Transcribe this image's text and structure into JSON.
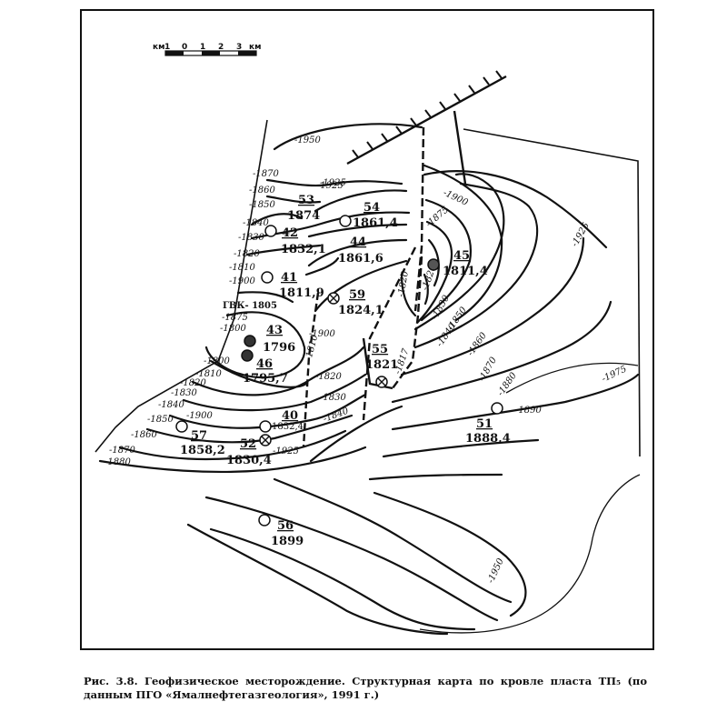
{
  "scale": {
    "labels": [
      "км",
      "1",
      "0",
      "1",
      "2",
      "3",
      "км"
    ]
  },
  "gvk_label": "ГВК- 1805",
  "contour_labels": [
    {
      "text": "-1950"
    },
    {
      "text": "-1925"
    },
    {
      "text": "-1870"
    },
    {
      "text": "-1860"
    },
    {
      "text": "-1850"
    },
    {
      "text": "-1840"
    },
    {
      "text": "-1830"
    },
    {
      "text": "-1820"
    },
    {
      "text": "-1810"
    },
    {
      "text": "-1900"
    },
    {
      "text": "-1875"
    },
    {
      "text": "-1800"
    },
    {
      "text": "-1800"
    },
    {
      "text": "-1810"
    },
    {
      "text": "-1820"
    },
    {
      "text": "-1830"
    },
    {
      "text": "-1840"
    },
    {
      "text": "-1850"
    },
    {
      "text": "-1900"
    },
    {
      "text": "-1860"
    },
    {
      "text": "-1870"
    },
    {
      "text": "-1880"
    },
    {
      "text": "-1925"
    },
    {
      "text": "-1900"
    },
    {
      "text": "-1810"
    },
    {
      "text": "-1820"
    },
    {
      "text": "-1830"
    },
    {
      "text": "-1840"
    },
    {
      "text": "-1925"
    },
    {
      "text": "-1900"
    },
    {
      "text": "-1875"
    },
    {
      "text": "-1820"
    },
    {
      "text": "-1830"
    },
    {
      "text": "-1840"
    },
    {
      "text": "-1850"
    },
    {
      "text": "-1860"
    },
    {
      "text": "-1870"
    },
    {
      "text": "-1880"
    },
    {
      "text": "-1890"
    },
    {
      "text": "-1925"
    },
    {
      "text": "-1975"
    },
    {
      "text": "-1950"
    },
    {
      "text": "-1820"
    },
    {
      "text": "-1817"
    }
  ],
  "wells": [
    {
      "number": "53",
      "value": "1874",
      "symbol": "none"
    },
    {
      "number": "54",
      "value": "1861,4",
      "symbol": "open"
    },
    {
      "number": "42",
      "value": "1832,1",
      "symbol": "open"
    },
    {
      "number": "44",
      "value": "1861,6",
      "symbol": "none"
    },
    {
      "number": "45",
      "value": "1811,4",
      "symbol": "gas"
    },
    {
      "number": "41",
      "value": "1811,9",
      "symbol": "open"
    },
    {
      "number": "59",
      "value": "1824,1",
      "symbol": "crossed"
    },
    {
      "number": "43",
      "value": "1796",
      "symbol": "gas"
    },
    {
      "number": "46",
      "value": "1795,7",
      "symbol": "gas"
    },
    {
      "number": "55",
      "value": "1821",
      "symbol": "crossed"
    },
    {
      "number": "40",
      "value": "1832,4",
      "symbol": "open"
    },
    {
      "number": "57",
      "value": "1858,2",
      "symbol": "open"
    },
    {
      "number": "52",
      "value": "1830,4",
      "symbol": "crossed"
    },
    {
      "number": "51",
      "value": "1888,4",
      "symbol": "open"
    },
    {
      "number": "56",
      "value": "1899",
      "symbol": "open"
    }
  ],
  "caption": "Рис. 3.8. Геофизическое месторождение. Структурная карта по кровле пласта ТП₅ (по данным ПГО «Ямалнефтегазгеология», 1991 г.)"
}
